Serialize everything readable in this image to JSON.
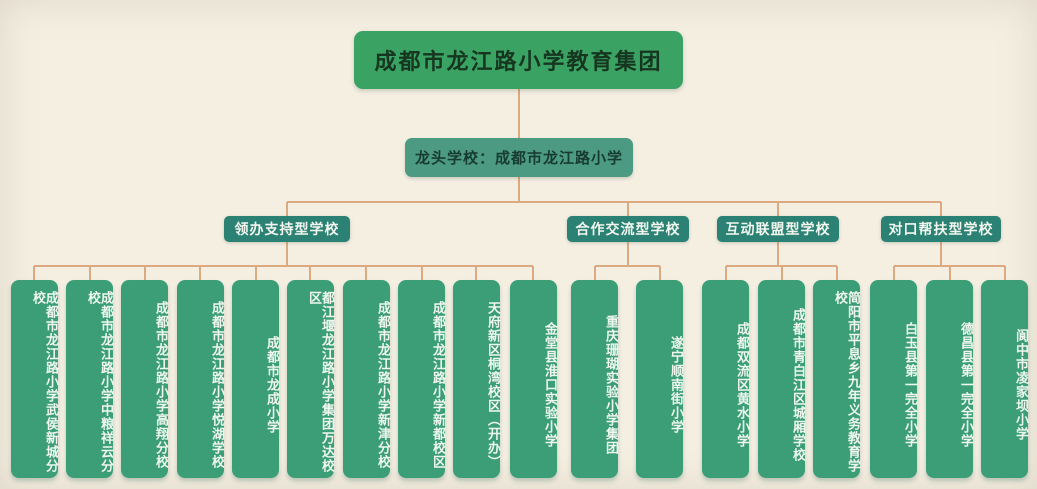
{
  "chart": {
    "type": "org-chart",
    "title": "成都市龙江路小学教育集团",
    "lead_school": "龙头学校：成都市龙江路小学",
    "groups": [
      {
        "label": "领办支持型学校",
        "schools": [
          "成都市龙江路小学武侯新城分校",
          "成都市龙江路小学中粮祥云分校",
          "成都市龙江路小学高翔分校",
          "成都市龙江路小学悦湖学校",
          "成都市龙成小学",
          "都江堰龙江路小学集团万达校区",
          "成都市龙江路小学新津分校",
          "成都市龙江路小学新都校区",
          "天府新区桐湾校区（开办）",
          "金堂县淮口实验小学"
        ]
      },
      {
        "label": "合作交流型学校",
        "schools": [
          "重庆珊瑚实验小学集团",
          "遂宁顺南街小学"
        ]
      },
      {
        "label": "互动联盟型学校",
        "schools": [
          "成都双流区黄水小学",
          "成都市青白江区城厢学校",
          "简阳市平息乡九年义务教育学校"
        ]
      },
      {
        "label": "对口帮扶型学校",
        "schools": [
          "白玉县第一完全小学",
          "德昌县第一完全小学",
          "阆中市凌家坝小学"
        ]
      }
    ],
    "colors": {
      "background": "#f5efe2",
      "title_box": "#3aa263",
      "lead_box": "#4c9a81",
      "category_box": "#2b8173",
      "school_box": "#3b9e76",
      "connector_line": "#dcaa80",
      "title_text": "#16361f",
      "light_text": "#f2f6ee"
    }
  }
}
